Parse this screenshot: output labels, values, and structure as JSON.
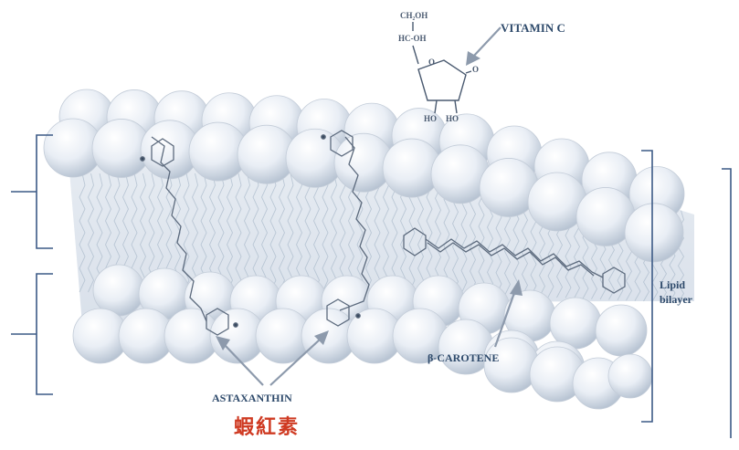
{
  "labels": {
    "vitamin_c": "VITAMIN C",
    "lipid_line1": "Lipid",
    "lipid_line2": "bilayer",
    "beta_carotene": "β-CAROTENE",
    "astaxanthin": "ASTAXANTHIN",
    "astaxanthin_chinese": "蝦紅素"
  },
  "vitamin_c_structure": {
    "group1": "CH₂OH",
    "group2": "HC-OH",
    "ring_oxygen": "O",
    "carbonyl_oxygen": "O",
    "hydroxyl_left": "HO",
    "hydroxyl_right": "HO"
  },
  "colors": {
    "label_text": "#2e4a6b",
    "chinese_label": "#cf3a22",
    "bracket": "#3c5a86",
    "sphere_fill": "#e9eef5",
    "sphere_shadow": "#b7c3d2",
    "tail_band": "#dfe6ee"
  }
}
